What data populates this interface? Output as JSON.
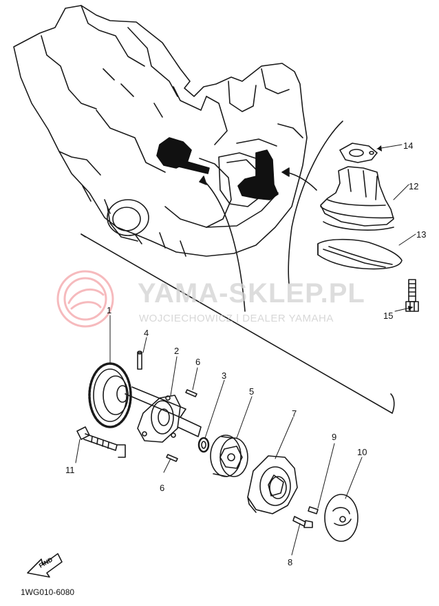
{
  "watermark": {
    "title": "YAMA-SKLEP.PL",
    "subtitle": "WOJCIECHOWICZ | DEALER YAMAHA",
    "logo_color": "#e63c46"
  },
  "callouts": [
    {
      "id": "1",
      "label": "1"
    },
    {
      "id": "2",
      "label": "2"
    },
    {
      "id": "3",
      "label": "3"
    },
    {
      "id": "4",
      "label": "4"
    },
    {
      "id": "5",
      "label": "5"
    },
    {
      "id": "6a",
      "label": "6"
    },
    {
      "id": "6b",
      "label": "6"
    },
    {
      "id": "7",
      "label": "7"
    },
    {
      "id": "8",
      "label": "8"
    },
    {
      "id": "9",
      "label": "9"
    },
    {
      "id": "10",
      "label": "10"
    },
    {
      "id": "11",
      "label": "11"
    },
    {
      "id": "12",
      "label": "12"
    },
    {
      "id": "13",
      "label": "13"
    },
    {
      "id": "14",
      "label": "14"
    },
    {
      "id": "15",
      "label": "15"
    }
  ],
  "find_label": "FIND",
  "diagram_code": "1WG010-6080"
}
